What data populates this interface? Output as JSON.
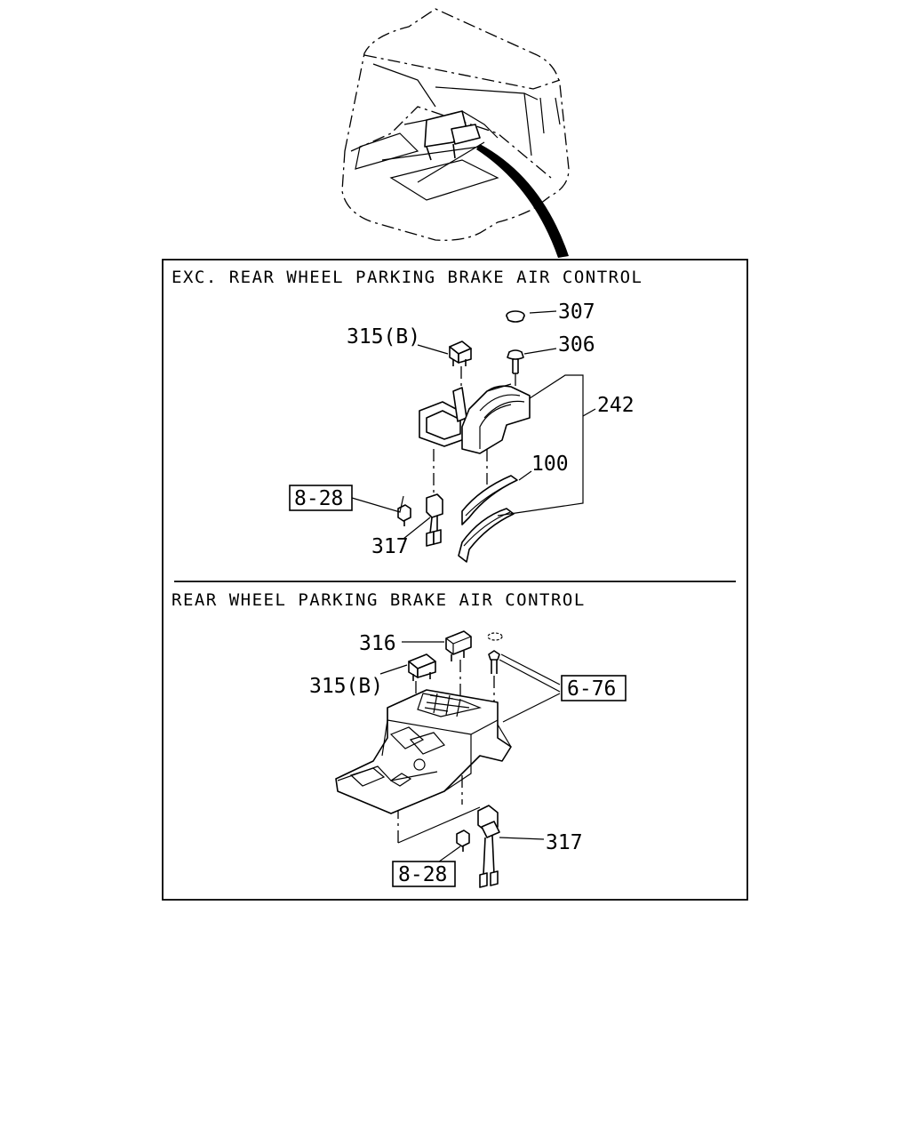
{
  "sections": [
    {
      "title": "EXC. REAR WHEEL PARKING BRAKE AIR CONTROL",
      "callouts": [
        "307",
        "306",
        "315(B)",
        "242",
        "100",
        "8-28",
        "317"
      ]
    },
    {
      "title": "REAR WHEEL PARKING BRAKE AIR CONTROL",
      "callouts": [
        "316",
        "315(B)",
        "6-76",
        "317",
        "8-28"
      ]
    }
  ]
}
